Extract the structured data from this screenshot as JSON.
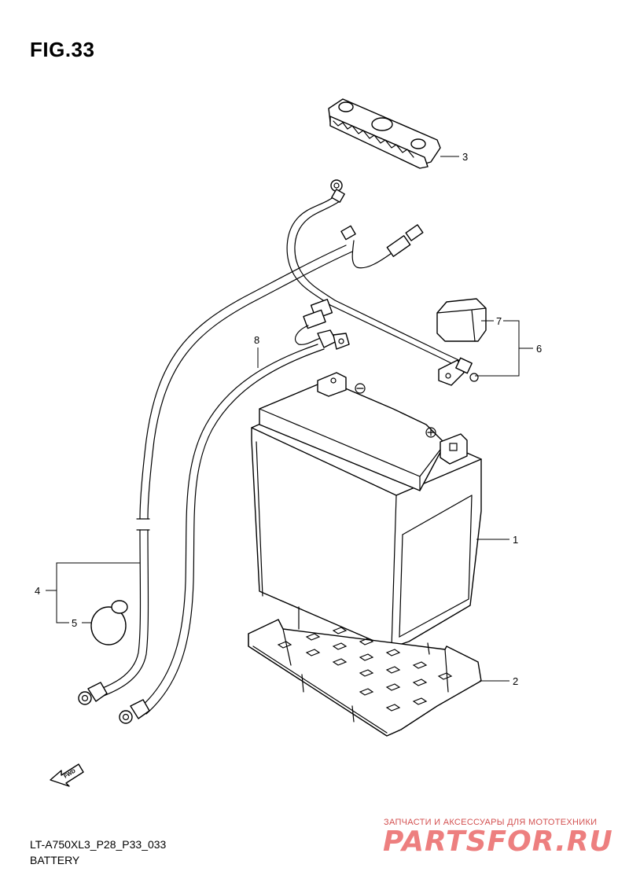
{
  "figure": {
    "title": "FIG.33",
    "model_code": "LT-A750XL3_P28_P33_033",
    "section_name": "BATTERY"
  },
  "callouts": [
    "1",
    "2",
    "3",
    "4",
    "5",
    "6",
    "7",
    "8"
  ],
  "fwd_label": "FWD",
  "watermark": {
    "tagline": "ЗАПЧАСТИ И АКСЕССУАРЫ ДЛЯ МОТОТЕХНИКИ",
    "logo": "PARTSFOR.RU",
    "color": "#ed7f7f"
  }
}
